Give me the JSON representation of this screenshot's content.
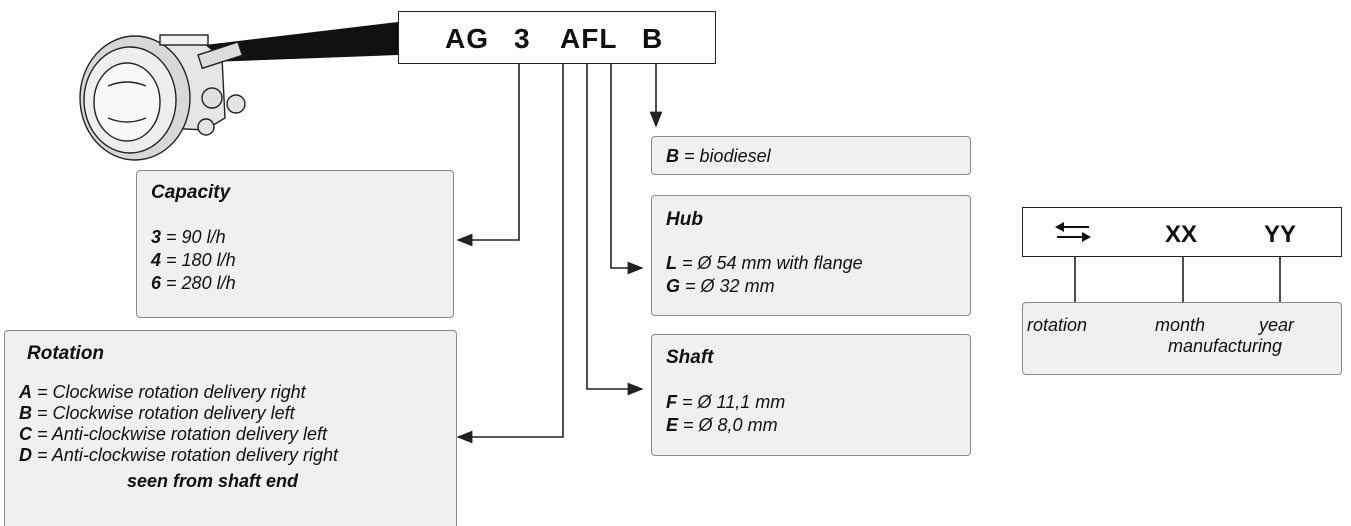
{
  "code": {
    "parts": [
      "AG",
      "3",
      "AFL",
      "B"
    ]
  },
  "biodiesel": {
    "key": "B",
    "eq": "=",
    "text": "biodiesel"
  },
  "capacity": {
    "title": "Capacity",
    "rows": [
      {
        "key": "3",
        "text": "=   90 l/h"
      },
      {
        "key": "4",
        "text": "= 180 l/h"
      },
      {
        "key": "6",
        "text": "= 280 l/h"
      }
    ]
  },
  "hub": {
    "title": "Hub",
    "rows": [
      {
        "key": "L",
        "text": "= Ø 54 mm with flange"
      },
      {
        "key": "G",
        "text": "= Ø 32 mm"
      }
    ]
  },
  "shaft": {
    "title": "Shaft",
    "rows": [
      {
        "key": "F",
        "text": "= Ø 11,1 mm"
      },
      {
        "key": "E",
        "text": "= Ø  8,0 mm"
      }
    ]
  },
  "rotation": {
    "title": "Rotation",
    "rows": [
      {
        "key": "A",
        "text": "=  Clockwise rotation delivery right"
      },
      {
        "key": "B",
        "text": "=  Clockwise rotation delivery left"
      },
      {
        "key": "C",
        "text": "=  Anti-clockwise rotation delivery left"
      },
      {
        "key": "D",
        "text": "=  Anti-clockwise rotation delivery right"
      }
    ],
    "note": "seen from shaft end"
  },
  "identification": {
    "month_code": "XX",
    "year_code": "YY",
    "labels": {
      "rotation": "rotation",
      "month": "month",
      "year": "year",
      "manufacturing": "manufacturing"
    },
    "rotation_symbol": "rotation-arrows-icon"
  },
  "pump_image": "oil-pump-illustration",
  "colors": {
    "box_fill": "#f0f0f0",
    "box_border": "#8a8a8a",
    "line": "#222222"
  }
}
